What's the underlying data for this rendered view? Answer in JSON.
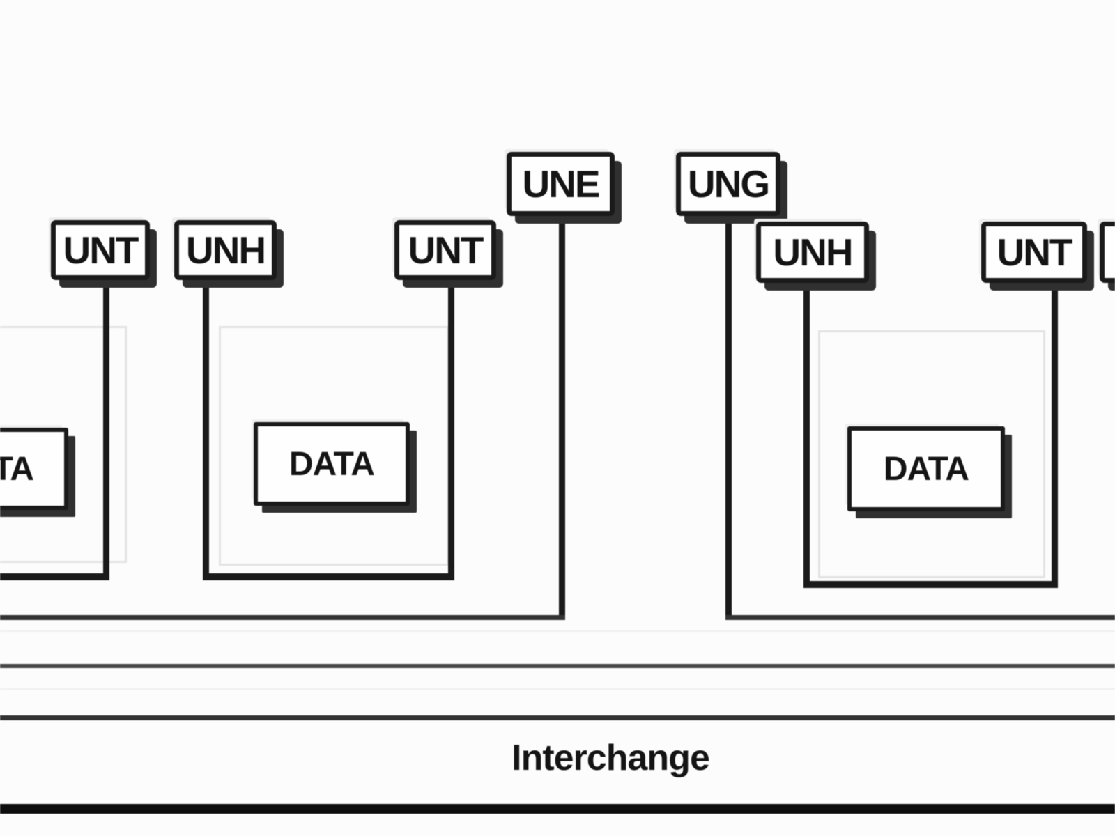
{
  "diagram": {
    "type": "edifact-interchange-structure",
    "labels": {
      "unt1": "UNT",
      "unh1": "UNH",
      "unt2": "UNT",
      "une": "UNE",
      "ung": "UNG",
      "unh2": "UNH",
      "unt3": "UNT",
      "partial_right": "",
      "data_left": "DATA",
      "data_mid": "DATA",
      "data_right": "DATA",
      "interchange": "Interchange"
    },
    "colors": {
      "background": "#fcfcfc",
      "ink": "#1a1a1a",
      "shadow": "#303030"
    }
  }
}
